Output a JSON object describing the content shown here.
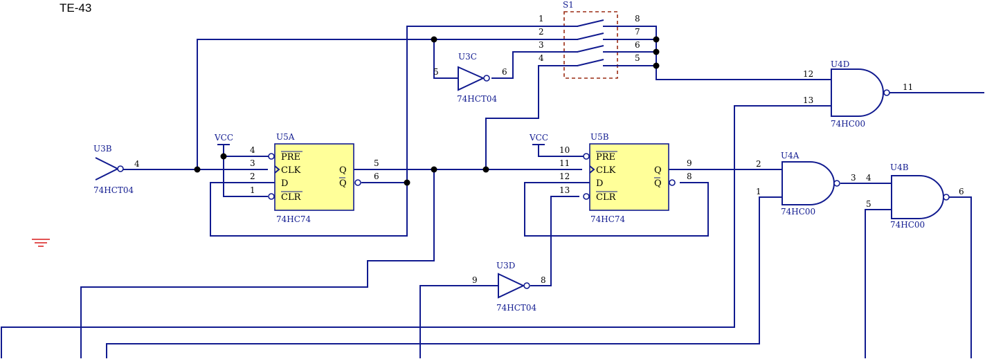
{
  "title": "TE-43",
  "colors": {
    "wire": "#101a8f",
    "ic_fill": "#ffff99",
    "switch_box": "#9a2a12",
    "ground": "#d81818",
    "junction": "#000000"
  },
  "icons": {
    "ground": "ground-icon"
  },
  "components": {
    "u3b": {
      "ref": "U3B",
      "part": "74HCT04",
      "pin_out": "4"
    },
    "u3c": {
      "ref": "U3C",
      "part": "74HCT04",
      "pin_in": "5",
      "pin_out": "6"
    },
    "u3d": {
      "ref": "U3D",
      "part": "74HCT04",
      "pin_in": "9",
      "pin_out": "8"
    },
    "u5a": {
      "ref": "U5A",
      "part": "74HC74",
      "vcc": "VCC",
      "pins": {
        "pre": "4",
        "clk": "3",
        "d": "2",
        "clr": "1",
        "q": "5",
        "qn": "6"
      },
      "labels": {
        "pre": "PRE",
        "clk": "CLK",
        "d": "D",
        "clr": "CLR",
        "q": "Q",
        "qn": "Q"
      }
    },
    "u5b": {
      "ref": "U5B",
      "part": "74HC74",
      "vcc": "VCC",
      "pins": {
        "pre": "10",
        "clk": "11",
        "d": "12",
        "clr": "13",
        "q": "9",
        "qn": "8"
      },
      "labels": {
        "pre": "PRE",
        "clk": "CLK",
        "d": "D",
        "clr": "CLR",
        "q": "Q",
        "qn": "Q"
      }
    },
    "u4a": {
      "ref": "U4A",
      "part": "74HC00",
      "in1": "2",
      "in2": "1",
      "out": "3"
    },
    "u4b": {
      "ref": "U4B",
      "part": "74HC00",
      "in1": "4",
      "in2": "5",
      "out": "6"
    },
    "u4d": {
      "ref": "U4D",
      "part": "74HC00",
      "in1": "12",
      "in2": "13",
      "out": "11"
    },
    "s1": {
      "ref": "S1",
      "left_pins": [
        "1",
        "2",
        "3",
        "4"
      ],
      "right_pins": [
        "8",
        "7",
        "6",
        "5"
      ]
    }
  }
}
